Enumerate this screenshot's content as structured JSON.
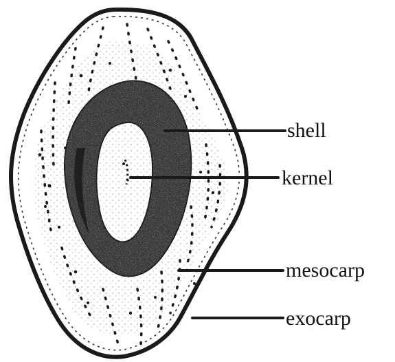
{
  "labels": {
    "shell": "shell",
    "kernel": "kernel",
    "mesocarp": "mesocarp",
    "exocarp": "exocarp"
  },
  "colors": {
    "ink": "#1a1a1a",
    "shell_fill": "#3a3a3a",
    "background": "#ffffff"
  }
}
